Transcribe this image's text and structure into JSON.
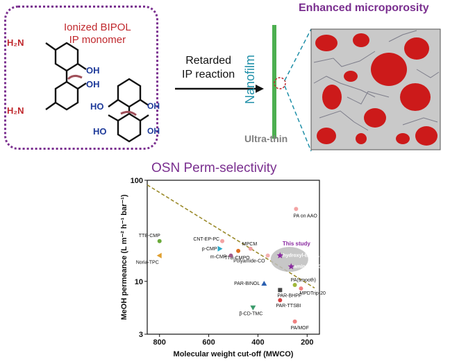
{
  "scheme": {
    "monomer_title_line1": "Ionized BIPOL",
    "monomer_title_line2": "IP monomer",
    "arrow_line1": "Retarded",
    "arrow_line2": "IP reaction",
    "nanofilm_label": "Nanofilm",
    "ultrathin_label": "Ultra-thin",
    "porosity_title": "Enhanced microporosity",
    "groups": {
      "nh2": "H₂N",
      "oh": "OH",
      "ho": "HO"
    }
  },
  "colors": {
    "purple": "#7a2f8f",
    "red": "#c0282d",
    "teal": "#1f8fa8",
    "trend": "#9a8a2a",
    "nanofilm_bar": "#4caf50"
  },
  "chart_data": {
    "type": "scatter",
    "title": "OSN Perm-selectivity",
    "xlabel": "Molecular weight cut-off (MWCO)",
    "ylabel": "MeOH permeance (L m⁻² h⁻¹ bar⁻¹)",
    "xlim": [
      850,
      150
    ],
    "ylim": [
      3,
      100
    ],
    "y_scale": "log",
    "xticks": [
      800,
      600,
      400,
      200
    ],
    "yticks": [
      {
        "value": 3,
        "label": "3"
      },
      {
        "value": 10,
        "label": "10"
      },
      {
        "value": 100,
        "label": "100"
      }
    ],
    "trendline": [
      {
        "x": 850,
        "y": 90
      },
      {
        "x": 170,
        "y": 8.6
      }
    ],
    "highlight": {
      "label": "This study",
      "members": [
        "hydroxyl-BIPOL",
        "amino-BIPOL"
      ]
    },
    "points": [
      {
        "label": "TTB-CMP",
        "x": 800,
        "y": 25,
        "color": "#6aaa3a",
        "marker": "circle"
      },
      {
        "label": "Noria-TPC",
        "x": 800,
        "y": 18,
        "color": "#e0a030",
        "marker": "triangle-left"
      },
      {
        "label": "CNT-EP-PC",
        "x": 545,
        "y": 25,
        "color": "#f3a3a3",
        "marker": "circle"
      },
      {
        "label": "p-CMP",
        "x": 555,
        "y": 21,
        "color": "#29a8c8",
        "marker": "triangle-right"
      },
      {
        "label": "MPCM",
        "x": 430,
        "y": 21,
        "color": "#f0a0a0",
        "marker": "circle"
      },
      {
        "label": "TTB-CMPO",
        "x": 480,
        "y": 20,
        "color": "#e07020",
        "marker": "circle"
      },
      {
        "label": "m-CMP",
        "x": 510,
        "y": 18,
        "color": "#a05a8a",
        "marker": "circle"
      },
      {
        "label": "Polyamide-CO",
        "x": 360,
        "y": 18,
        "color": "#f3b0b0",
        "marker": "circle"
      },
      {
        "label": "PA on AAO",
        "x": 245,
        "y": 52,
        "color": "#f3a3a3",
        "marker": "circle"
      },
      {
        "label": "hydroxyl-BIPOL",
        "x": 310,
        "y": 18,
        "color": "#8a2aa0",
        "marker": "star"
      },
      {
        "label": "amino-BIPOL",
        "x": 265,
        "y": 14,
        "color": "#8a2aa0",
        "marker": "star"
      },
      {
        "label": "PAR-BINOL",
        "x": 375,
        "y": 9.5,
        "color": "#2a5fb0",
        "marker": "triangle-up"
      },
      {
        "label": "PA(smooth)",
        "x": 250,
        "y": 9.2,
        "color": "#a0b83a",
        "marker": "circle"
      },
      {
        "label": "PAR-BHPF",
        "x": 310,
        "y": 8.2,
        "color": "#444444",
        "marker": "square"
      },
      {
        "label": "MPDTrip-20",
        "x": 225,
        "y": 8.5,
        "color": "#f08080",
        "marker": "circle"
      },
      {
        "label": "PAR-TTSBI",
        "x": 310,
        "y": 6.5,
        "color": "#d84040",
        "marker": "circle"
      },
      {
        "label": "β-CD-TMC",
        "x": 420,
        "y": 5.5,
        "color": "#3a9a6a",
        "marker": "triangle-down"
      },
      {
        "label": "PA/MOF",
        "x": 250,
        "y": 4.0,
        "color": "#f08080",
        "marker": "circle"
      }
    ]
  }
}
